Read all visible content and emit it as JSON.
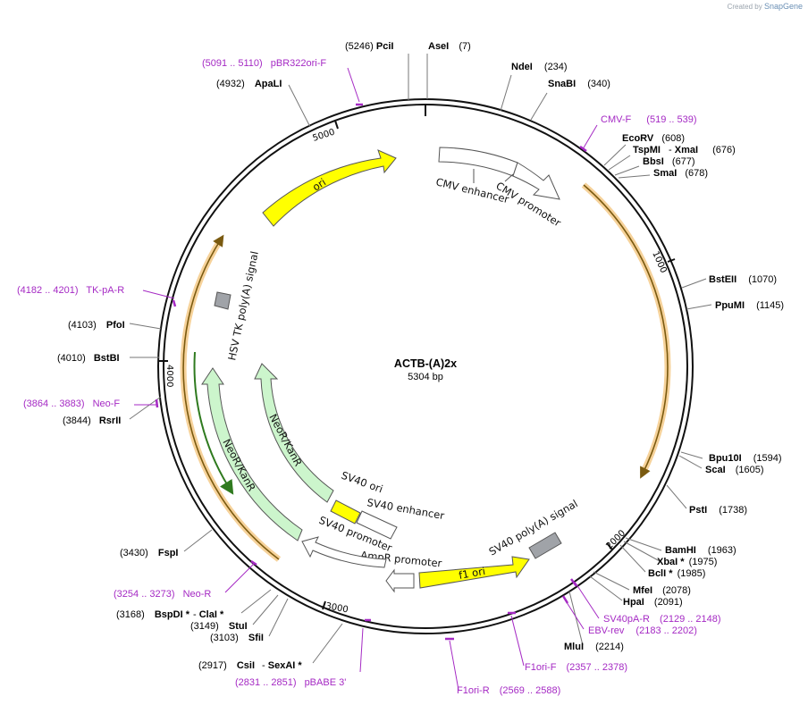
{
  "credit": {
    "prefix": "Created by",
    "brand": "SnapGene"
  },
  "plasmid": {
    "name": "ACTB-(A)2x",
    "length_label": "5304 bp",
    "length": 5304
  },
  "ticks": [
    "1000",
    "2000",
    "3000",
    "4000",
    "5000"
  ],
  "sites": [
    {
      "name": "PciI",
      "pos": "(5246)",
      "star": false
    },
    {
      "name": "AseI",
      "pos": "(7)",
      "star": false
    },
    {
      "name": "NdeI",
      "pos": "(234)",
      "star": false
    },
    {
      "name": "SnaBI",
      "pos": "(340)",
      "star": false
    },
    {
      "name": "EcoRV",
      "pos": "(608)",
      "star": false
    },
    {
      "name": "TspMI",
      "pos": "",
      "star": false
    },
    {
      "name": "XmaI",
      "pos": "(676)",
      "star": false
    },
    {
      "name": "BbsI",
      "pos": "(677)",
      "star": false
    },
    {
      "name": "SmaI",
      "pos": "(678)",
      "star": false
    },
    {
      "name": "BstEII",
      "pos": "(1070)",
      "star": false
    },
    {
      "name": "PpuMI",
      "pos": "(1145)",
      "star": false
    },
    {
      "name": "Bpu10I",
      "pos": "(1594)",
      "star": false
    },
    {
      "name": "ScaI",
      "pos": "(1605)",
      "star": false
    },
    {
      "name": "PstI",
      "pos": "(1738)",
      "star": false
    },
    {
      "name": "BamHI",
      "pos": "(1963)",
      "star": false
    },
    {
      "name": "XbaI *",
      "pos": "(1975)",
      "star": true
    },
    {
      "name": "BclI *",
      "pos": "(1985)",
      "star": true
    },
    {
      "name": "MfeI",
      "pos": "(2078)",
      "star": false
    },
    {
      "name": "HpaI",
      "pos": "(2091)",
      "star": false
    },
    {
      "name": "MluI",
      "pos": "(2214)",
      "star": false
    },
    {
      "name": "CsiI",
      "pos": "(2917)",
      "star": false
    },
    {
      "name": "SexAI *",
      "pos": "",
      "star": true
    },
    {
      "name": "SfiI",
      "pos": "(3103)",
      "star": false
    },
    {
      "name": "StuI",
      "pos": "(3149)",
      "star": false
    },
    {
      "name": "BspDI *",
      "pos": "(3168)",
      "star": true
    },
    {
      "name": "ClaI *",
      "pos": "",
      "star": true
    },
    {
      "name": "FspI",
      "pos": "(3430)",
      "star": false
    },
    {
      "name": "RsrII",
      "pos": "(3844)",
      "star": false
    },
    {
      "name": "BstBI",
      "pos": "(4010)",
      "star": false
    },
    {
      "name": "PfoI",
      "pos": "(4103)",
      "star": false
    },
    {
      "name": "ApaLI",
      "pos": "(4932)",
      "star": false
    }
  ],
  "primers": [
    {
      "name": "CMV-F",
      "range": "(519 .. 539)"
    },
    {
      "name": "SV40pA-R",
      "range": "(2129 .. 2148)"
    },
    {
      "name": "EBV-rev",
      "range": "(2183 .. 2202)"
    },
    {
      "name": "F1ori-F",
      "range": "(2357 .. 2378)"
    },
    {
      "name": "F1ori-R",
      "range": "(2569 .. 2588)"
    },
    {
      "name": "pBABE 3'",
      "range": "(2831 .. 2851)"
    },
    {
      "name": "Neo-R",
      "range": "(3254 .. 3273)"
    },
    {
      "name": "Neo-F",
      "range": "(3864 .. 3883)"
    },
    {
      "name": "TK-pA-R",
      "range": "(4182 .. 4201)"
    },
    {
      "name": "pBR322ori-F",
      "range": "(5091 .. 5110)"
    }
  ],
  "features": [
    {
      "name": "CMV enhancer"
    },
    {
      "name": "CMV promoter"
    },
    {
      "name": "SV40 poly(A) signal"
    },
    {
      "name": "f1 ori"
    },
    {
      "name": "AmpR promoter"
    },
    {
      "name": "SV40 promoter"
    },
    {
      "name": "SV40 enhancer"
    },
    {
      "name": "SV40 ori"
    },
    {
      "name": "NeoR/KanR"
    },
    {
      "name": "NeoR/KanR"
    },
    {
      "name": "HSV TK poly(A) signal"
    },
    {
      "name": "ori"
    }
  ],
  "colors": {
    "backbone": "#111111",
    "primer": "#a52ac4",
    "orf": "#e8a33a",
    "ori": "#ffff00",
    "polyA": "#9ca0a6",
    "neo": "#ccf5cc",
    "promoter": "#ffffff"
  }
}
